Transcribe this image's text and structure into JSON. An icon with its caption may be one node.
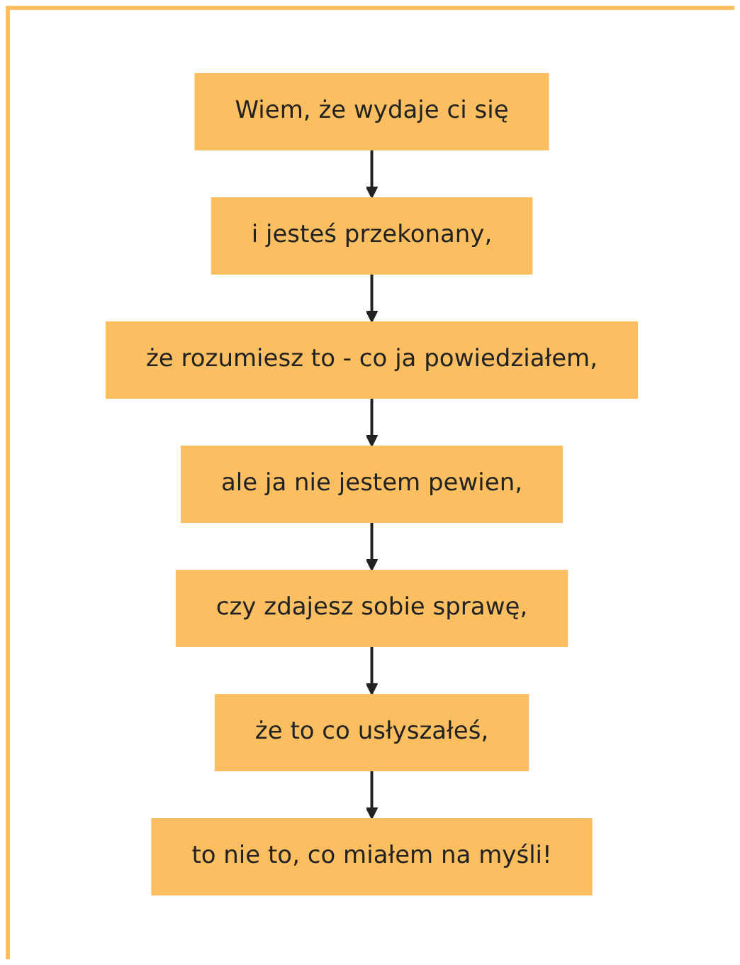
{
  "diagram": {
    "nodes": [
      {
        "text": [
          "Wiem, że wydaje ci się"
        ]
      },
      {
        "text": [
          "i jesteś przekonany,"
        ]
      },
      {
        "text": [
          "że rozumiesz to - co ja powiedziałem,"
        ]
      },
      {
        "text": [
          "ale ja nie jestem pewien,"
        ]
      },
      {
        "text": [
          "czy zdajesz sobie sprawę,"
        ]
      },
      {
        "text": [
          "że to co usłyszałeś,"
        ]
      },
      {
        "text": [
          "to nie to, co miałem na myśli!"
        ]
      }
    ],
    "edges": [
      {
        "from": 0,
        "to": 1,
        "arrow": "to"
      },
      {
        "from": 1,
        "to": 2,
        "arrow": "to"
      },
      {
        "from": 2,
        "to": 3,
        "arrow": "to"
      },
      {
        "from": 3,
        "to": 4,
        "arrow": "to"
      },
      {
        "from": 4,
        "to": 5,
        "arrow": "to"
      },
      {
        "from": 5,
        "to": 6,
        "arrow": "to"
      }
    ]
  }
}
